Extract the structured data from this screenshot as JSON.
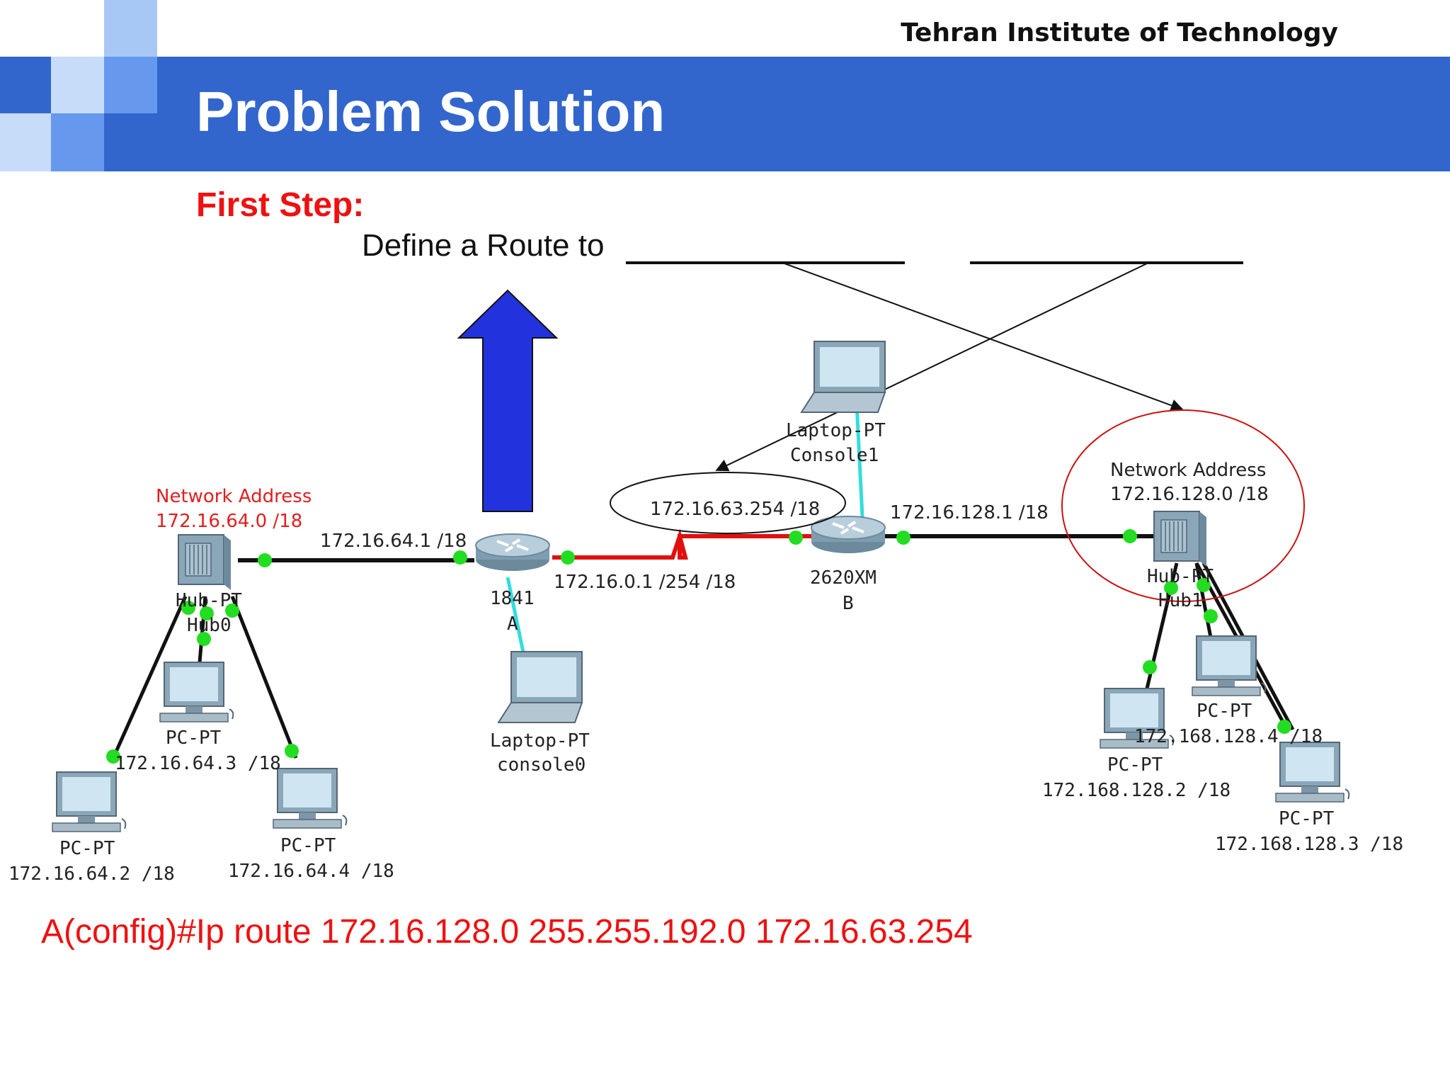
{
  "header": {
    "institute": "Tehran Institute of Technology",
    "title": "Problem Solution"
  },
  "step": {
    "heading": "First Step:",
    "instruction": "Define a Route to"
  },
  "colors": {
    "banner": "#3366cc",
    "accent_red": "#ee1111",
    "arrow_blue": "#2233dd",
    "link_green": "#22dd22",
    "console_cyan": "#33dddd"
  },
  "network": {
    "left": {
      "network_address_label": "Network Address",
      "network_address": "172.16.64.0 /18",
      "hub_type": "Hub-PT",
      "hub_name": "Hub0",
      "gateway_label": "172.16.64.1 /18",
      "pcs": [
        {
          "type": "PC-PT",
          "ip": "172.16.64.3  /18"
        },
        {
          "type": "PC-PT",
          "ip": "172.16.64.2  /18"
        },
        {
          "type": "PC-PT",
          "ip": "172.16.64.4  /18"
        }
      ]
    },
    "router_a": {
      "model": "1841",
      "name": "A",
      "serial_label": "172.16.0.1 /254  /18",
      "laptop_type": "Laptop-PT",
      "laptop_name": "console0"
    },
    "router_b": {
      "model": "2620XM",
      "name": "B",
      "serial_label": "172.16.63.254 /18",
      "fa_label": "172.16.128.1 /18",
      "laptop_type": "Laptop-PT",
      "laptop_name": "Console1"
    },
    "right": {
      "network_address_label": "Network Address",
      "network_address": "172.16.128.0  /18",
      "hub_type": "Hub-PT",
      "hub_name": "Hub1",
      "pcs": [
        {
          "type": "PC-PT",
          "ip": "172.168.128.4  /18"
        },
        {
          "type": "PC-PT",
          "ip": "172.168.128.2  /18"
        },
        {
          "type": "PC-PT",
          "ip": "172.168.128.3  /18"
        }
      ]
    }
  },
  "command": "A(config)#Ip route 172.16.128.0 255.255.192.0 172.16.63.254"
}
